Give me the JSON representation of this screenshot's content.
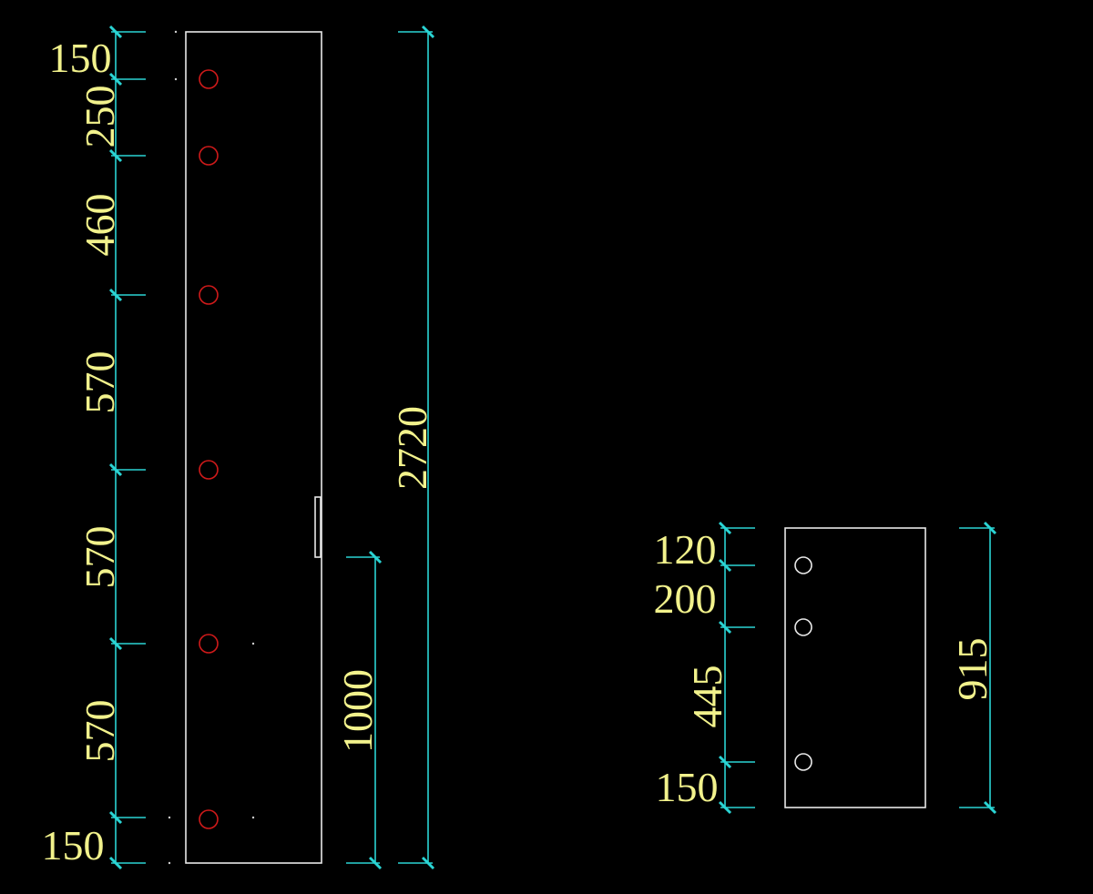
{
  "drawing": {
    "panel_large": {
      "segment_dimensions": [
        "150",
        "250",
        "460",
        "570",
        "570",
        "570",
        "150"
      ],
      "overall_height": "2720",
      "handle_height": "1000"
    },
    "panel_small": {
      "segment_dimensions": [
        "120",
        "200",
        "445",
        "150"
      ],
      "overall_height": "915"
    },
    "colors": {
      "background": "#000000",
      "dimension_line": "#2ad4d4",
      "dimension_text": "#f2f28c",
      "outline": "#e8e8e8",
      "hole_large": "#d01a1a",
      "hole_small": "#e8e8e8"
    }
  }
}
